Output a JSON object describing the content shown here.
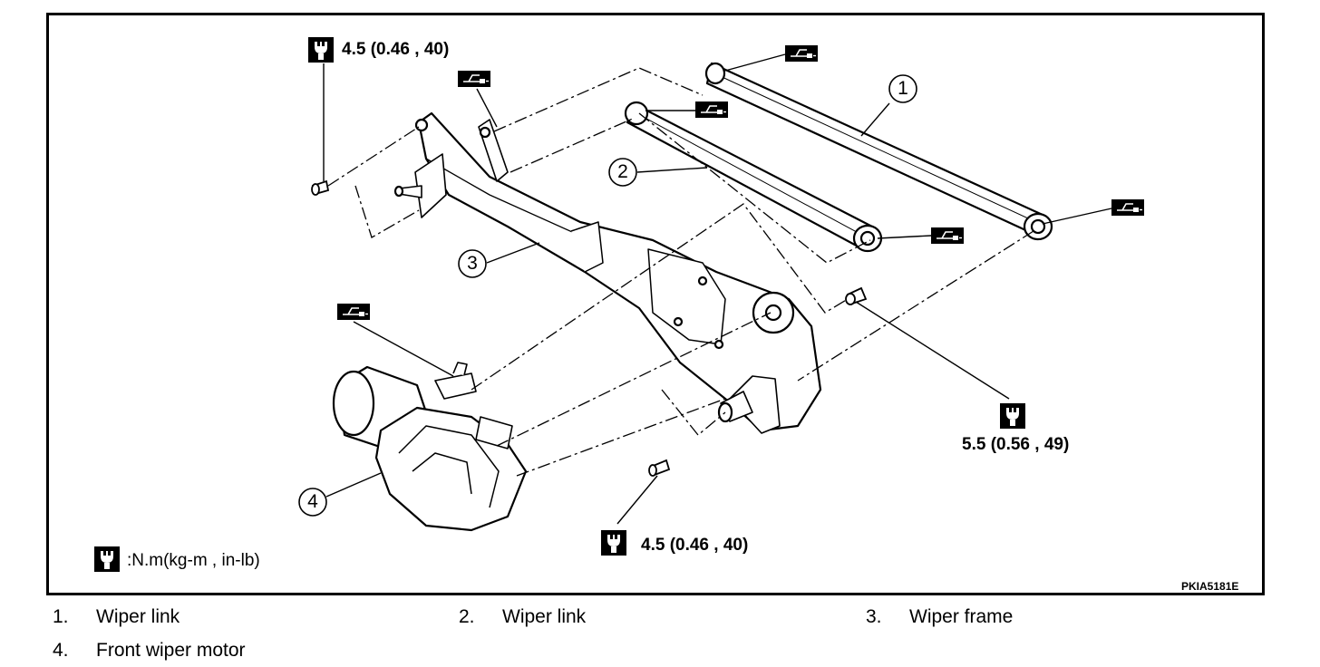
{
  "figure": {
    "figure_id": "PKIA5181E",
    "torque_unit_note": ":N.m(kg-m , in-lb)",
    "torque_values": {
      "top_left": "4.5 (0.46 , 40)",
      "right": "5.5 (0.56 , 49)",
      "bottom": "4.5 (0.46 , 40)"
    },
    "callouts": [
      "1",
      "2",
      "3",
      "4"
    ],
    "icons": [
      "torque-wrench-icon",
      "grease-application-icon"
    ]
  },
  "legend": {
    "items": [
      {
        "num": "1.",
        "label": "Wiper link"
      },
      {
        "num": "2.",
        "label": "Wiper link"
      },
      {
        "num": "3.",
        "label": "Wiper frame"
      },
      {
        "num": "4.",
        "label": "Front wiper motor"
      }
    ]
  }
}
